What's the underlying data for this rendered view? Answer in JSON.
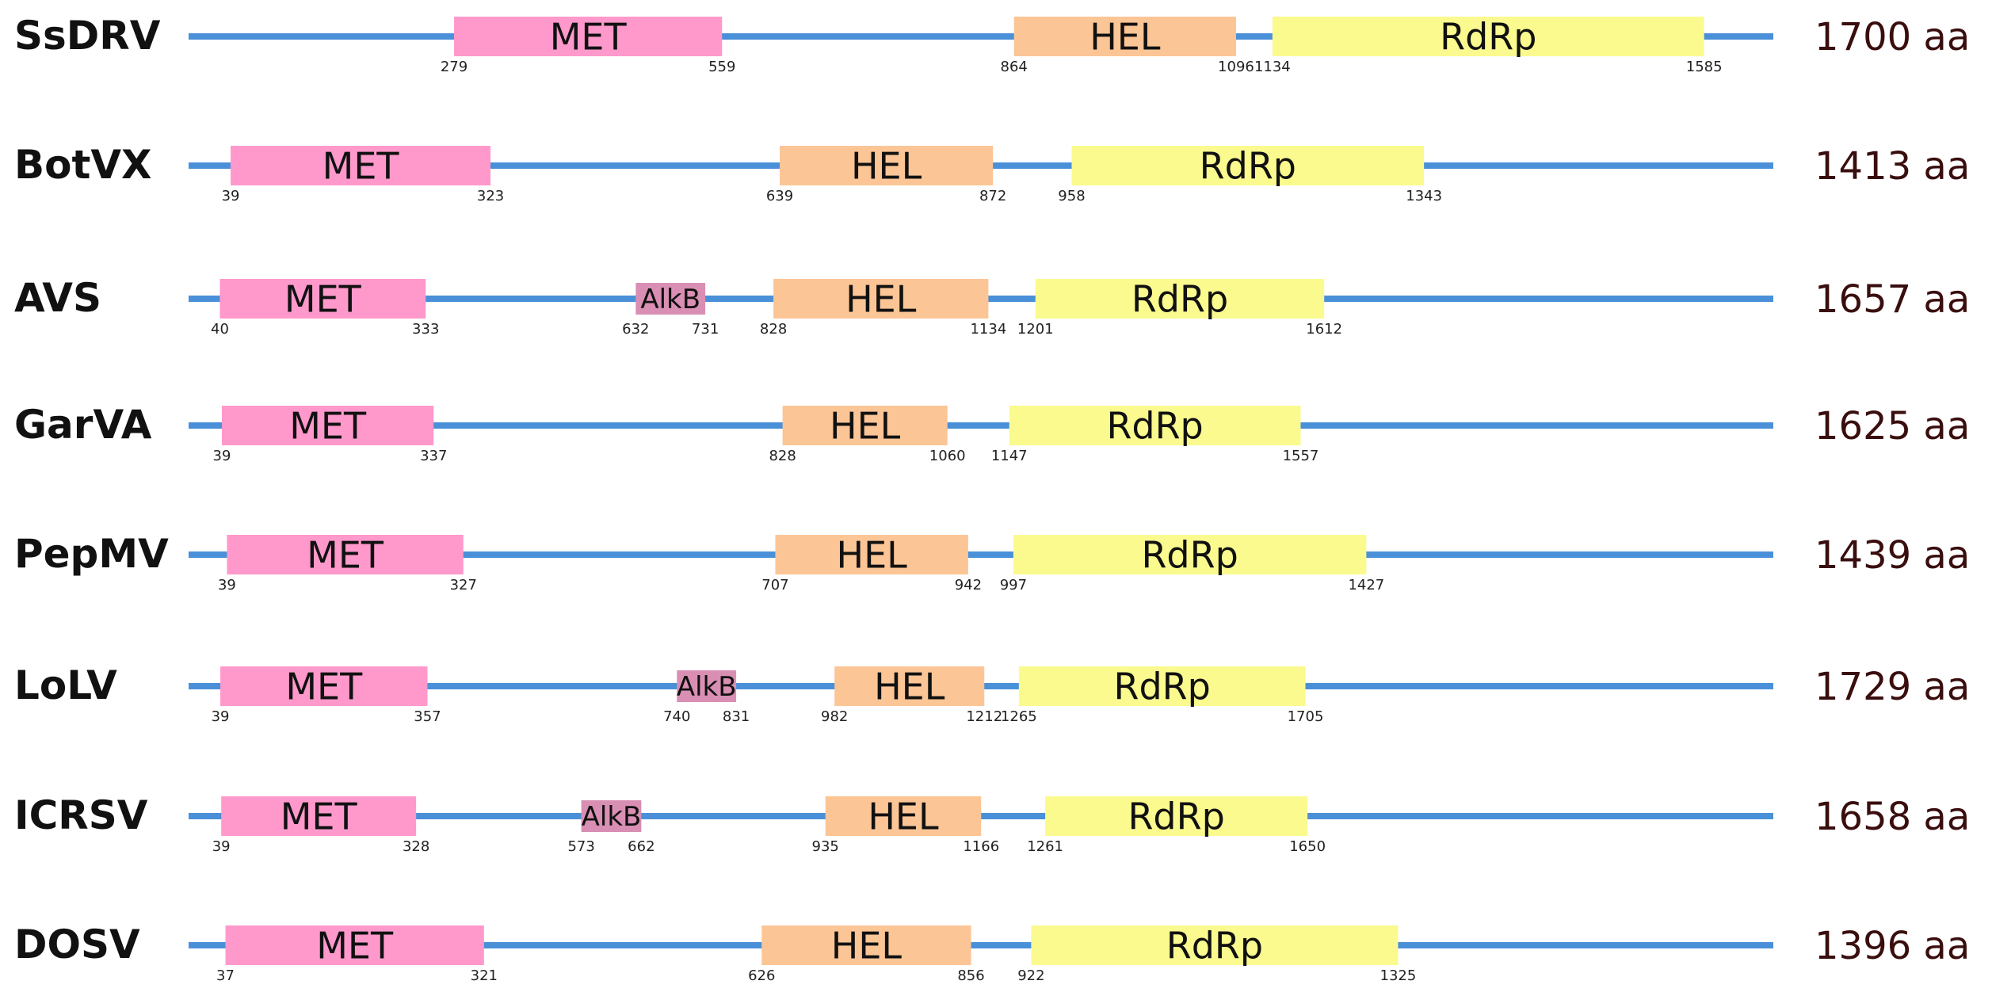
{
  "colors": {
    "backbone": "#4a90d9",
    "met": "#ff99cc",
    "alkb": "#d98fb3",
    "hel": "#fcc596",
    "rdrp": "#fafa8e",
    "name_text": "#111111",
    "length_text": "#3a0e0e",
    "domain_text": "#111111",
    "pos_text": "#222222"
  },
  "proteins": [
    {
      "name": "SsDRV",
      "length_label": "1700 aa",
      "domains": [
        {
          "type": "met",
          "label": "MET",
          "start": 279,
          "end": 559,
          "start_label": "279",
          "end_label": "559"
        },
        {
          "type": "hel",
          "label": "HEL",
          "start": 864,
          "end": 1096,
          "start_label": "864",
          "end_label": "1096"
        },
        {
          "type": "rdrp",
          "label": "RdRp",
          "start": 1134,
          "end": 1585,
          "start_label": "1134",
          "end_label": "1585"
        }
      ]
    },
    {
      "name": "BotVX",
      "length_label": "1413 aa",
      "domains": [
        {
          "type": "met",
          "label": "MET",
          "start": 39,
          "end": 323,
          "start_label": "39",
          "end_label": "323"
        },
        {
          "type": "hel",
          "label": "HEL",
          "start": 639,
          "end": 872,
          "start_label": "639",
          "end_label": "872"
        },
        {
          "type": "rdrp",
          "label": "RdRp",
          "start": 958,
          "end": 1343,
          "start_label": "958",
          "end_label": "1343"
        }
      ]
    },
    {
      "name": "AVS",
      "length_label": "1657 aa",
      "domains": [
        {
          "type": "met",
          "label": "MET",
          "start": 40,
          "end": 333,
          "start_label": "40",
          "end_label": "333"
        },
        {
          "type": "alkb",
          "label": "AlkB",
          "start": 632,
          "end": 731,
          "start_label": "632",
          "end_label": "731"
        },
        {
          "type": "hel",
          "label": "HEL",
          "start": 828,
          "end": 1134,
          "start_label": "828",
          "end_label": "1134"
        },
        {
          "type": "rdrp",
          "label": "RdRp",
          "start": 1201,
          "end": 1612,
          "start_label": "1201",
          "end_label": "1612"
        }
      ]
    },
    {
      "name": "GarVA",
      "length_label": "1625 aa",
      "domains": [
        {
          "type": "met",
          "label": "MET",
          "start": 39,
          "end": 337,
          "start_label": "39",
          "end_label": "337"
        },
        {
          "type": "hel",
          "label": "HEL",
          "start": 828,
          "end": 1060,
          "start_label": "828",
          "end_label": "1060"
        },
        {
          "type": "rdrp",
          "label": "RdRp",
          "start": 1147,
          "end": 1557,
          "start_label": "1147",
          "end_label": "1557"
        }
      ]
    },
    {
      "name": "PepMV",
      "length_label": "1439 aa",
      "domains": [
        {
          "type": "met",
          "label": "MET",
          "start": 39,
          "end": 327,
          "start_label": "39",
          "end_label": "327"
        },
        {
          "type": "hel",
          "label": "HEL",
          "start": 707,
          "end": 942,
          "start_label": "707",
          "end_label": "942"
        },
        {
          "type": "rdrp",
          "label": "RdRp",
          "start": 997,
          "end": 1427,
          "start_label": "997",
          "end_label": "1427"
        }
      ]
    },
    {
      "name": "LoLV",
      "length_label": "1729 aa",
      "domains": [
        {
          "type": "met",
          "label": "MET",
          "start": 39,
          "end": 357,
          "start_label": "39",
          "end_label": "357"
        },
        {
          "type": "alkb",
          "label": "AlkB",
          "start": 740,
          "end": 831,
          "start_label": "740",
          "end_label": "831"
        },
        {
          "type": "hel",
          "label": "HEL",
          "start": 982,
          "end": 1212,
          "start_label": "982",
          "end_label": "1212"
        },
        {
          "type": "rdrp",
          "label": "RdRp",
          "start": 1265,
          "end": 1705,
          "start_label": "1265",
          "end_label": "1705"
        }
      ]
    },
    {
      "name": "ICRSV",
      "length_label": "1658 aa",
      "domains": [
        {
          "type": "met",
          "label": "MET",
          "start": 39,
          "end": 328,
          "start_label": "39",
          "end_label": "328"
        },
        {
          "type": "alkb",
          "label": "AlkB",
          "start": 573,
          "end": 662,
          "start_label": "573",
          "end_label": "662"
        },
        {
          "type": "hel",
          "label": "HEL",
          "start": 935,
          "end": 1166,
          "start_label": "935",
          "end_label": "1166"
        },
        {
          "type": "rdrp",
          "label": "RdRp",
          "start": 1261,
          "end": 1650,
          "start_label": "1261",
          "end_label": "1650"
        }
      ]
    },
    {
      "name": "DOSV",
      "length_label": "1396 aa",
      "domains": [
        {
          "type": "met",
          "label": "MET",
          "start": 37,
          "end": 321,
          "start_label": "37",
          "end_label": "321"
        },
        {
          "type": "hel",
          "label": "HEL",
          "start": 626,
          "end": 856,
          "start_label": "626",
          "end_label": "856"
        },
        {
          "type": "rdrp",
          "label": "RdRp",
          "start": 922,
          "end": 1325,
          "start_label": "922",
          "end_label": "1325"
        }
      ]
    }
  ]
}
